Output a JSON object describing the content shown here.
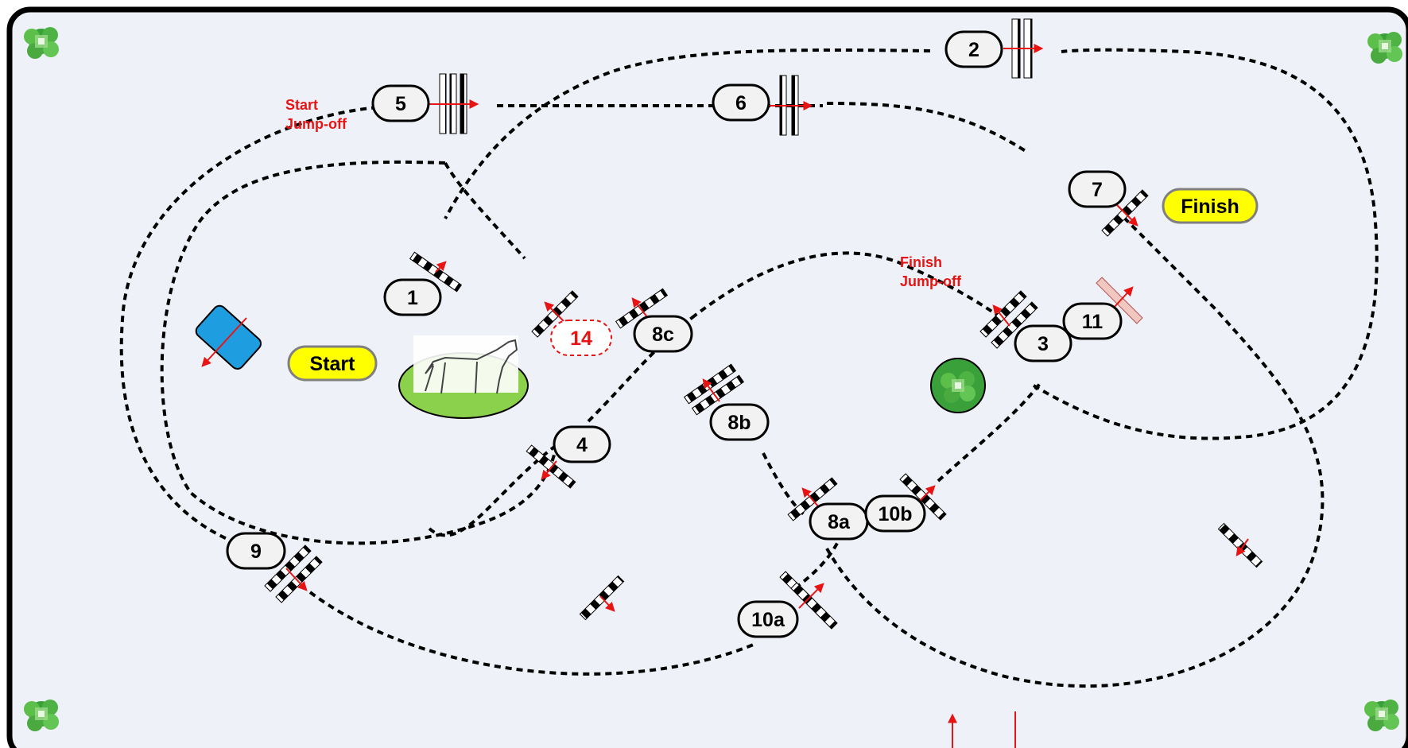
{
  "labels": {
    "start": "Start",
    "finish": "Finish",
    "start_jumpoff_line1": "Start",
    "start_jumpoff_line2": "Jump-off",
    "finish_jumpoff_line1": "Finish",
    "finish_jumpoff_line2": "Jump-off"
  },
  "obstacles": {
    "o1": "1",
    "o2": "2",
    "o3": "3",
    "o4": "4",
    "o5": "5",
    "o6": "6",
    "o7": "7",
    "o8a": "8a",
    "o8b": "8b",
    "o8c": "8c",
    "o9": "9",
    "o10a": "10a",
    "o10b": "10b",
    "o11": "11",
    "o14": "14"
  },
  "colors": {
    "arena_bg": "#eef2f8",
    "border": "#000000",
    "accent_red": "#e81414",
    "start_finish_fill": "#ffff00",
    "water_fill": "#1e9ee0",
    "grass_fill": "#8cd14b",
    "tree_fill": "#3aa13a"
  },
  "icons": {
    "corner_trees": "tree-icon",
    "horse": "horse-icon",
    "water": "water-jump-icon",
    "tree_center": "tree-icon"
  }
}
